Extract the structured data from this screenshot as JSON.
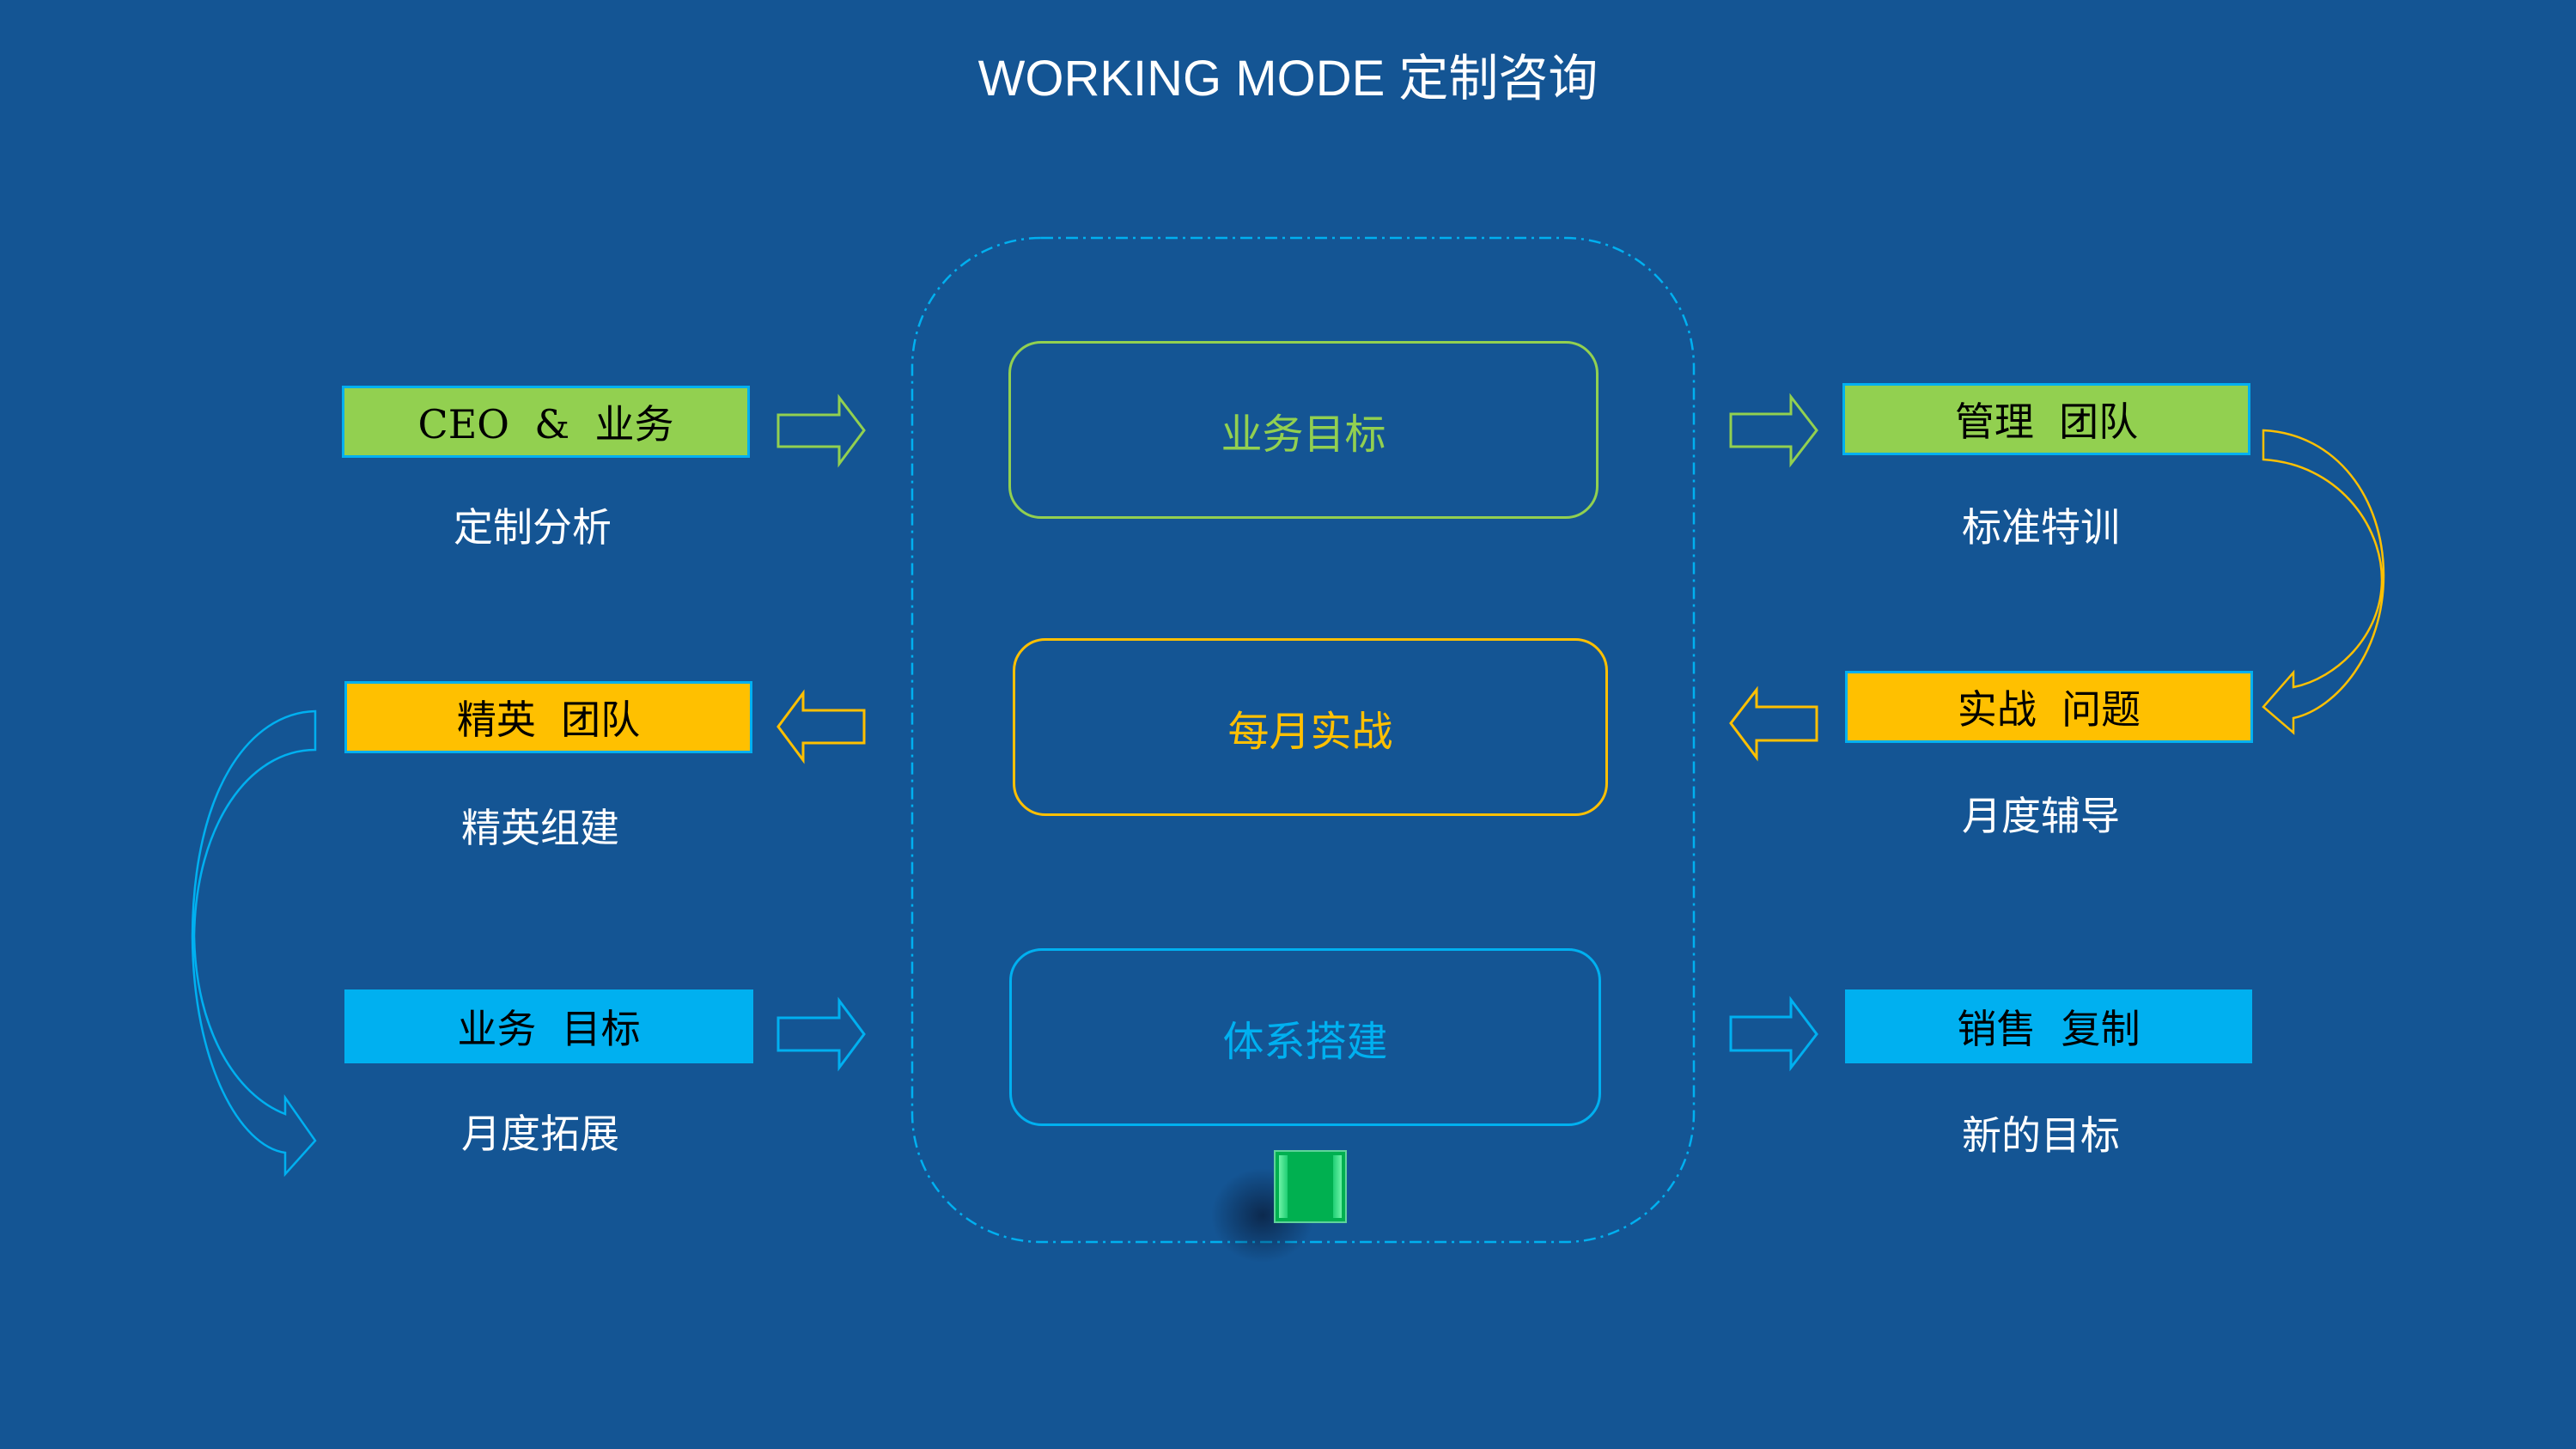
{
  "title": "WORKING MODE 定制咨询",
  "colors": {
    "background": "#145594",
    "green": "#92d050",
    "orange": "#ffc000",
    "cyan": "#00b0f0",
    "white": "#ffffff",
    "gem": "#00b050"
  },
  "left": [
    {
      "label": "CEO  &  业务",
      "caption": "定制分析",
      "color": "green",
      "arrow": "right"
    },
    {
      "label": "精英  团队",
      "caption": "精英组建",
      "color": "orange",
      "arrow": "left"
    },
    {
      "label": "业务  目标",
      "caption": "月度拓展",
      "color": "cyan",
      "arrow": "right"
    }
  ],
  "center": [
    {
      "label": "业务目标",
      "color": "green"
    },
    {
      "label": "每月实战",
      "color": "orange"
    },
    {
      "label": "体系搭建",
      "color": "cyan"
    }
  ],
  "right": [
    {
      "label": "管理  团队",
      "caption": "标准特训",
      "color": "green",
      "arrow": "right"
    },
    {
      "label": "实战  问题",
      "caption": "月度辅导",
      "color": "orange",
      "arrow": "left"
    },
    {
      "label": "销售  复制",
      "caption": "新的目标",
      "color": "cyan",
      "arrow": "right"
    }
  ],
  "connectors": [
    {
      "from": "精英  团队",
      "to": "业务  目标",
      "side": "left",
      "color": "cyan"
    },
    {
      "from": "管理  团队",
      "to": "实战  问题",
      "side": "right",
      "color": "orange"
    }
  ]
}
